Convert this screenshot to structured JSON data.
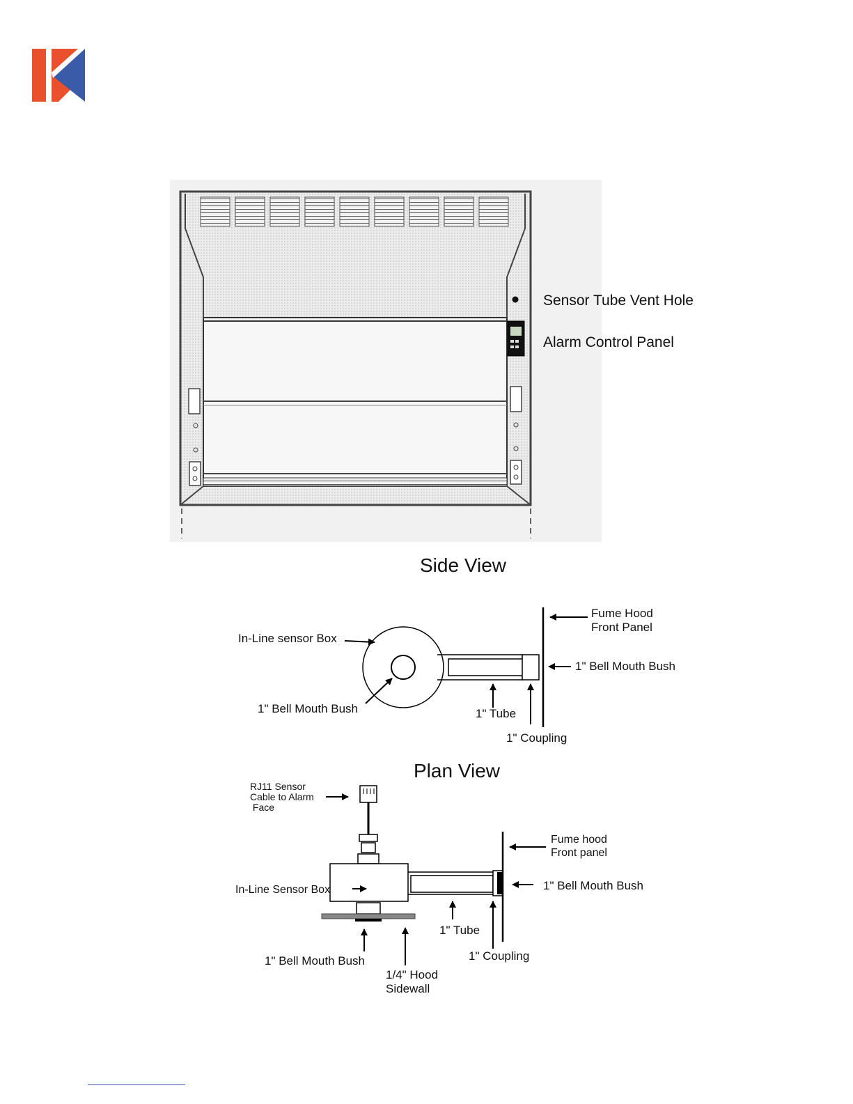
{
  "logo": {
    "name": "company-logo",
    "colors": {
      "orange": "#e8512b",
      "blue": "#3a5ba8"
    }
  },
  "hood_diagram": {
    "labels": {
      "vent_hole": "Sensor Tube Vent Hole",
      "alarm_panel": "Alarm Control Panel"
    }
  },
  "side_view": {
    "title": "Side View",
    "labels": {
      "fume_hood_front": "Fume Hood\nFront Panel",
      "sensor_box": "In-Line sensor Box",
      "bell_mouth_right": "1\" Bell Mouth Bush",
      "bell_mouth_center": "1\" Bell Mouth Bush",
      "tube": "1\" Tube",
      "coupling": "1\" Coupling"
    }
  },
  "plan_view": {
    "title": "Plan View",
    "labels": {
      "rj11": "RJ11 Sensor\nCable to Alarm\n Face",
      "fume_hood_front": "Fume hood\nFront panel",
      "sensor_box": "In-Line Sensor Box",
      "bell_mouth_right": "1\" Bell Mouth Bush",
      "tube": "1\" Tube",
      "coupling": "1\" Coupling",
      "bell_mouth_bottom": "1\" Bell Mouth Bush",
      "hood_sidewall": "1/4\" Hood\nSidewall"
    }
  }
}
